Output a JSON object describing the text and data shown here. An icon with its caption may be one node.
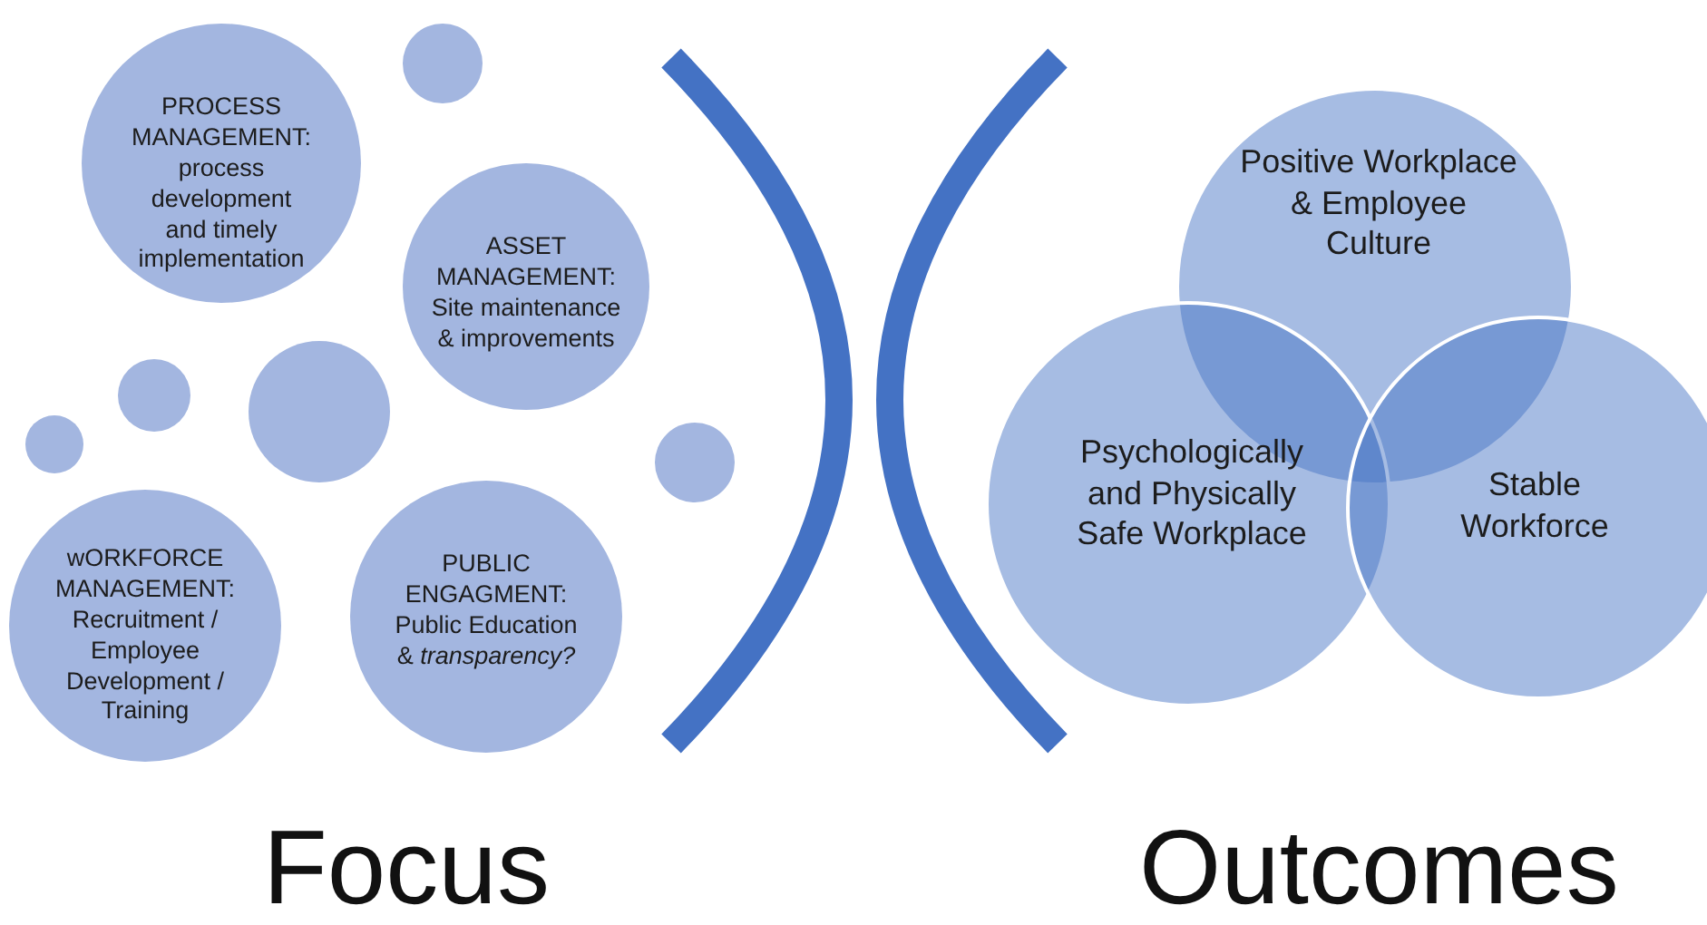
{
  "diagram": {
    "nodes": [
      {
        "text": [
          "PROCESS MANAGEMENT: process development and timely implementation"
        ]
      },
      {
        "text": [
          "ASSET MANAGEMENT: Site maintenance & improvements"
        ]
      },
      {
        "text": [
          "wORKFORCE MANAGEMENT: Recruitment / Employee Development / Training"
        ]
      },
      {
        "text": [
          "PUBLIC ENGAGMENT: Public Education & *transparency?*"
        ]
      },
      {
        "text": [],
        "shape": "circle"
      },
      {
        "text": [],
        "shape": "circle"
      },
      {
        "text": [],
        "shape": "circle"
      },
      {
        "text": [],
        "shape": "circle"
      },
      {
        "text": [],
        "shape": "circle"
      },
      {
        "text": [
          "Positive Workplace & Employee Culture"
        ]
      },
      {
        "text": [
          "Psychologically and Physically Safe Workplace"
        ]
      },
      {
        "text": [
          "Stable Workforce"
        ]
      }
    ],
    "edges": [],
    "labels": [
      "Focus",
      "Outcomes"
    ]
  }
}
